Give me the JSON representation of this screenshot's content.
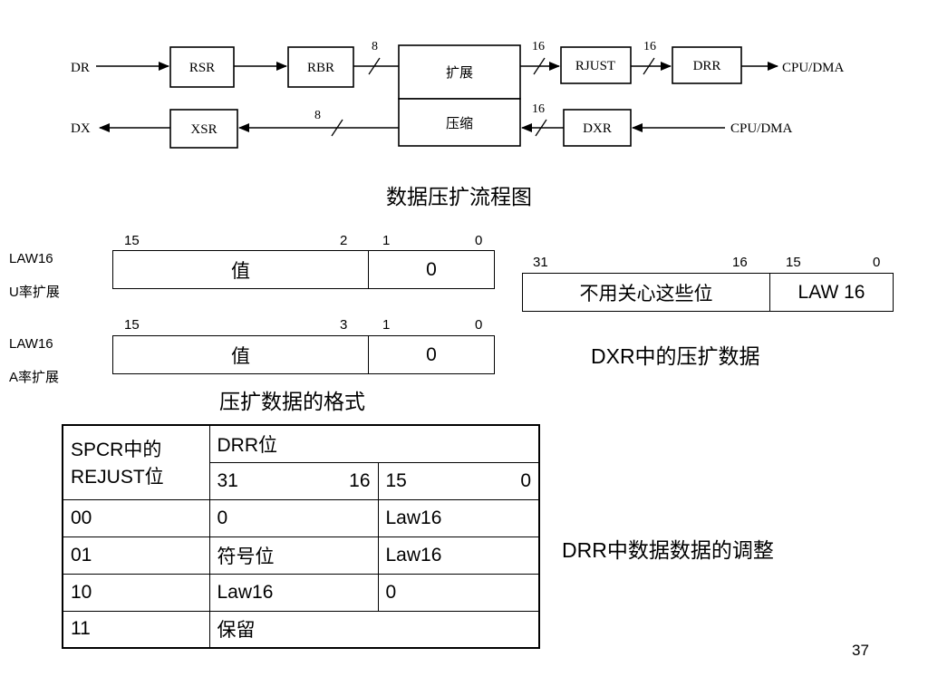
{
  "flow": {
    "nodes": {
      "rsr": "RSR",
      "rbr": "RBR",
      "expand": "扩展",
      "compress": "压缩",
      "rjust": "RJUST",
      "drr": "DRR",
      "xsr": "XSR",
      "dxr": "DXR"
    },
    "ports": {
      "dr": "DR",
      "dx": "DX",
      "cpu_dma_out": "CPU/DMA",
      "cpu_dma_in": "CPU/DMA"
    },
    "bus_widths": {
      "rbr_to_expand": "8",
      "expand_to_rjust": "16",
      "rjust_to_drr": "16",
      "compress_to_xsr": "8",
      "dxr_to_compress": "16"
    },
    "caption": "数据压扩流程图"
  },
  "formats": {
    "u_law": {
      "name": "LAW16",
      "desc": "U率扩展",
      "bits": {
        "hi_start": "15",
        "hi_end": "2",
        "lo_start": "1",
        "lo_end": "0"
      },
      "fields": {
        "value": "值",
        "zero": "0"
      }
    },
    "a_law": {
      "name": "LAW16",
      "desc": "A率扩展",
      "bits": {
        "hi_start": "15",
        "hi_end": "3",
        "lo_start": "1",
        "lo_end": "0"
      },
      "fields": {
        "value": "值",
        "zero": "0"
      }
    },
    "caption": "压扩数据的格式"
  },
  "dxr_format": {
    "bits": {
      "hi_start": "31",
      "hi_end": "16",
      "lo_start": "15",
      "lo_end": "0"
    },
    "fields": {
      "dont_care": "不用关心这些位",
      "law16": "LAW 16"
    },
    "caption": "DXR中的压扩数据"
  },
  "drr_table": {
    "header": {
      "spcr_line1": "SPCR中的",
      "spcr_line2": "REJUST位",
      "drr": "DRR位",
      "hi_start": "31",
      "hi_end": "16",
      "lo_start": "15",
      "lo_end": "0"
    },
    "rows": [
      {
        "code": "00",
        "high": "0",
        "low": "Law16"
      },
      {
        "code": "01",
        "high": "符号位",
        "low": "Law16"
      },
      {
        "code": "10",
        "high": "Law16",
        "low": "0"
      },
      {
        "code": "11",
        "merged": "保留"
      }
    ],
    "caption": "DRR中数据数据的调整"
  },
  "page_number": "37"
}
